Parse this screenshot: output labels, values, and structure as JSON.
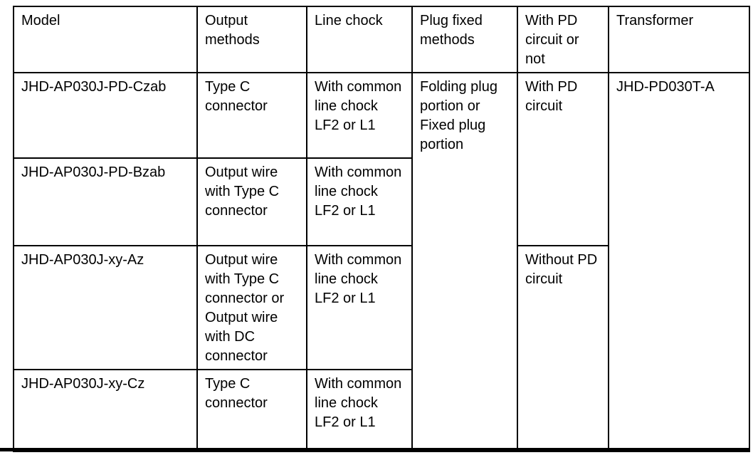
{
  "table": {
    "columns": [
      "Model",
      "Output methods",
      "Line chock",
      "Plug fixed methods",
      "With PD circuit or not",
      "Transformer"
    ],
    "rows": [
      {
        "model": "JHD-AP030J-PD-Czab",
        "output_method": "Type C connector",
        "line_chock": "With common line chock LF2 or L1"
      },
      {
        "model": "JHD-AP030J-PD-Bzab",
        "output_method": "Output wire with Type C connector",
        "line_chock": "With common line chock LF2 or L1"
      },
      {
        "model": "JHD-AP030J-xy-Az",
        "output_method": "Output wire with Type C connector or Output wire with DC connector",
        "line_chock": "With common line chock LF2 or L1"
      },
      {
        "model": "JHD-AP030J-xy-Cz",
        "output_method": "Type C connector",
        "line_chock": "With common line chock LF2 or L1"
      }
    ],
    "merged": {
      "plug_fixed_methods": "Folding plug portion or Fixed plug portion",
      "with_pd_circuit": "With PD circuit",
      "without_pd_circuit": "Without PD circuit",
      "transformer": "JHD-PD030T-A"
    }
  },
  "colors": {
    "background": "#ffffff",
    "border": "#000000",
    "text": "#000000"
  }
}
